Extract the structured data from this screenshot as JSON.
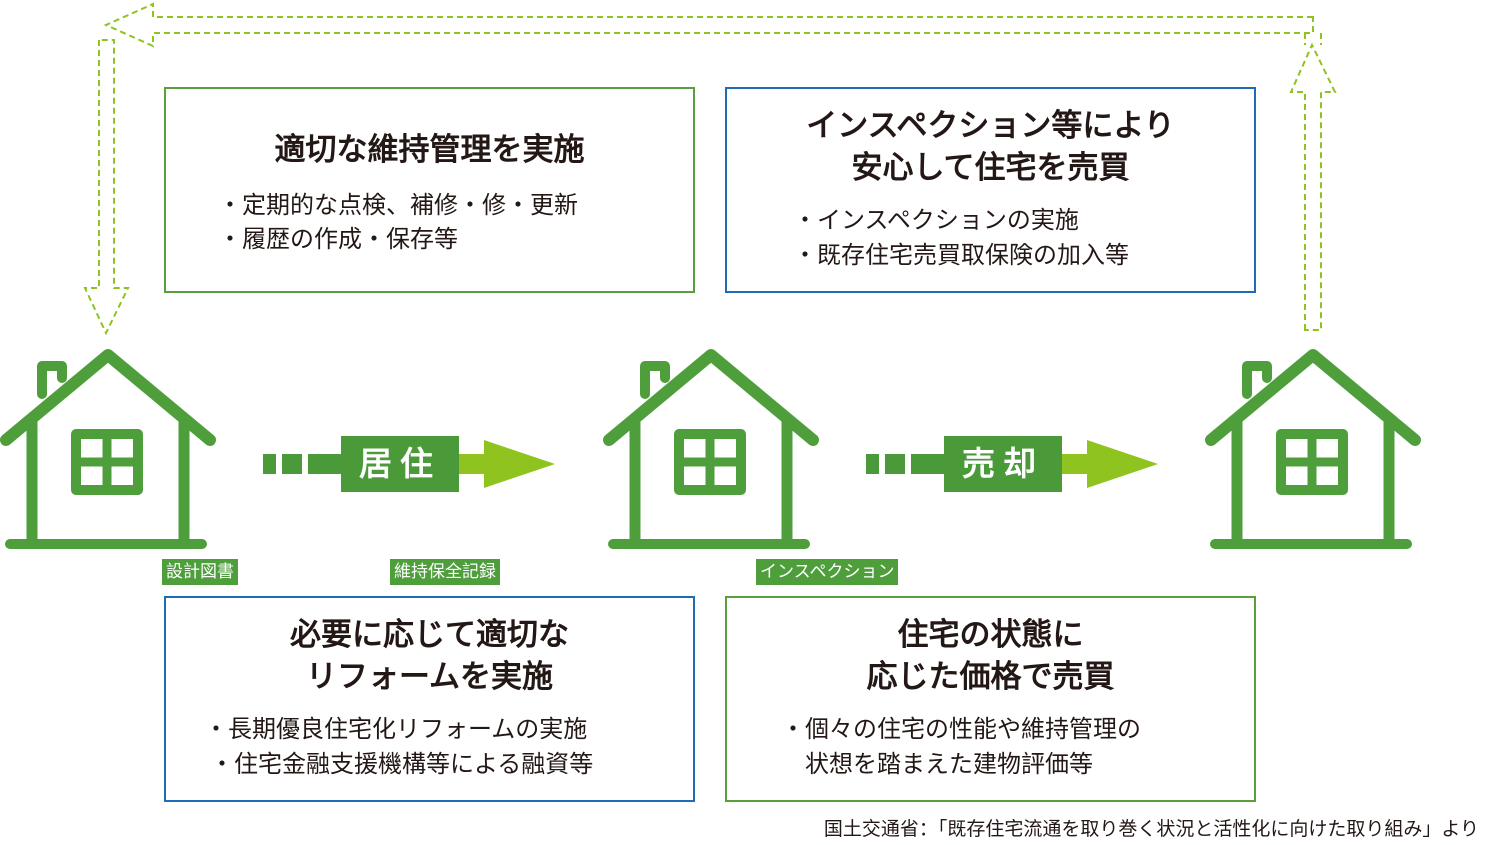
{
  "boxes": {
    "maintenance": {
      "title": "適切な維持管理を実施",
      "items": [
        "・定期的な点検、補修・修・更新",
        "・履歴の作成・保存等"
      ]
    },
    "inspection": {
      "title_lines": [
        "インスペクション等により",
        "安心して住宅を売買"
      ],
      "items": [
        "・インスペクションの実施",
        "・既存住宅売買取保険の加入等"
      ]
    },
    "reform": {
      "title_lines": [
        "必要に応じて適切な",
        "リフォームを実施"
      ],
      "items": [
        "・長期優良住宅化リフォームの実施",
        "・住宅金融支援機構等による融資等"
      ]
    },
    "pricing": {
      "title_lines": [
        "住宅の状態に",
        "応じた価格で売買"
      ],
      "items": [
        "・個々の住宅の性能や維持管理の",
        "状想を踏まえた建物評価等"
      ]
    }
  },
  "arrows": {
    "live": "居住",
    "sell": "売却"
  },
  "tags": {
    "design": "設計図書",
    "record": "維持保全記録",
    "inspection": "インスペクション"
  },
  "source": "国土交通省：「既存住宅流通を取り巻く状況と活性化に向けた取り組み」より",
  "colors": {
    "house": "#4e9e3c",
    "arrow_dark": "#4b9a39",
    "arrow_light": "#8fc31f",
    "box_green": "#5a9e3e",
    "box_blue": "#1f6bb5",
    "dashed": "#8fc31f"
  }
}
